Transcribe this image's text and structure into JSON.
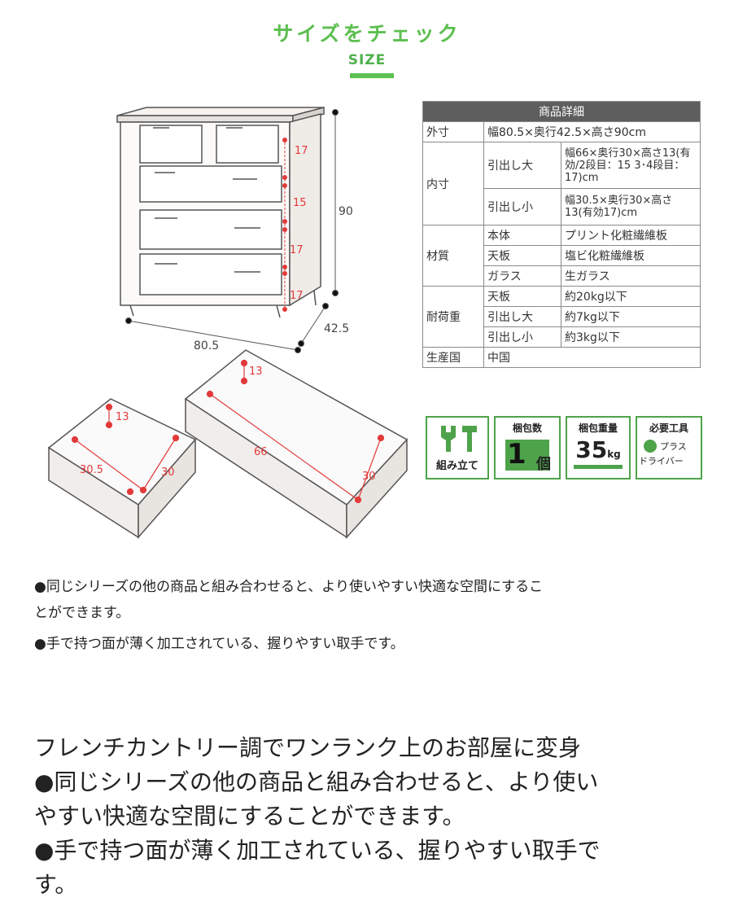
{
  "header": {
    "title_jp": "サイズをチェック",
    "title_en": "SIZE"
  },
  "figure": {
    "dims": {
      "h_label": "90",
      "w_label": "80.5",
      "d_label": "42.5"
    },
    "drawer_heights": [
      "17",
      "15",
      "17",
      "17"
    ],
    "small_drawer": {
      "height": "13",
      "width": "30.5",
      "depth": "30"
    },
    "large_drawer": {
      "height": "13",
      "width": "66",
      "depth": "30"
    }
  },
  "spec": {
    "title": "商品詳細",
    "outer_label": "外寸",
    "outer_value": "幅80.5×奥行42.5×高さ90cm",
    "inner_label": "内寸",
    "drawer_large_label": "引出し大",
    "drawer_large_value": "幅66×奥行30×高さ13(有効/2段目：15 3･4段目：17)cm",
    "drawer_small_label": "引出し小",
    "drawer_small_value": "幅30.5×奥行30×高さ13(有効17)cm",
    "material_label": "材質",
    "mat_body_label": "本体",
    "mat_body_value": "プリント化粧繊維板",
    "mat_top_label": "天板",
    "mat_top_value": "塩ビ化粧繊維板",
    "mat_glass_label": "ガラス",
    "mat_glass_value": "生ガラス",
    "load_label": "耐荷重",
    "load_top_label": "天板",
    "load_top_value": "約20kg以下",
    "load_large_label": "引出し大",
    "load_large_value": "約7kg以下",
    "load_small_label": "引出し小",
    "load_small_value": "約3kg以下",
    "origin_label": "生産国",
    "origin_value": "中国"
  },
  "info": {
    "assembly": "組み立て",
    "pkg_count_label": "梱包数",
    "pkg_count_value": "1",
    "pkg_count_unit": "個",
    "pkg_weight_label": "梱包重量",
    "pkg_weight_value": "35",
    "pkg_weight_unit": "kg",
    "tools_label": "必要工具",
    "tools_value1": "プラス",
    "tools_value2": "ドライバー"
  },
  "notes": [
    "●同じシリーズの他の商品と組み合わせると、より使いやすい快適な空間にするこ",
    "とができます。",
    "●手で持つ面が薄く加工されている、握りやすい取手です。"
  ],
  "body_text": [
    "フレンチカントリー調でワンランク上のお部屋に変身",
    "●同じシリーズの他の商品と組み合わせると、より使い",
    "やすい快適な空間にすることができます。",
    "●手で持つ面が薄く加工されている、握りやすい取手で",
    "す。"
  ]
}
